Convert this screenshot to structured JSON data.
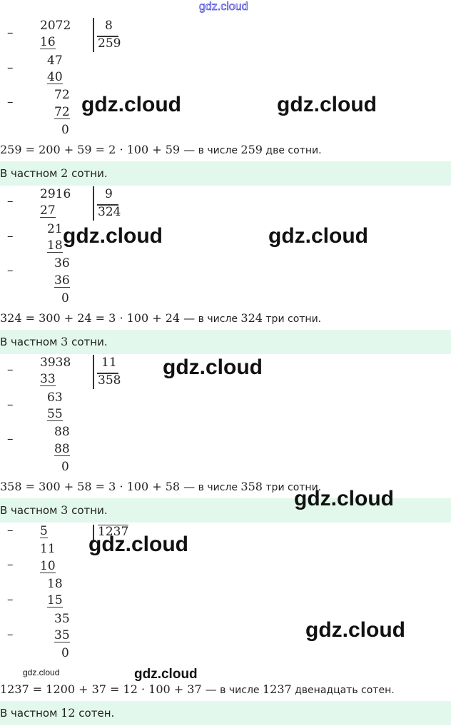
{
  "watermark_top": "gdz.cloud",
  "watermarks": [
    "gdz.cloud",
    "gdz.cloud",
    "gdz.cloud",
    "gdz.cloud",
    "gdz.cloud",
    "gdz.cloud",
    "gdz.cloud",
    "gdz.cloud",
    "gdz.cloud"
  ],
  "blocks": [
    {
      "rows": [
        "2072",
        "16",
        "47",
        "40",
        "72",
        "72",
        "0"
      ],
      "divisor": "8",
      "quotient": "259",
      "equation": {
        "math": "259 = 200 + 59 = 2 · 100 + 59 —",
        "words": " в числе ",
        "math2": "259",
        "words2": " две сотни."
      },
      "answer": {
        "pre": "В частном ",
        "num": "2",
        "post": " сотни."
      }
    },
    {
      "rows": [
        "2916",
        "27",
        "21",
        "18",
        "36",
        "36",
        "0"
      ],
      "divisor": "9",
      "quotient": "324",
      "equation": {
        "math": "324 = 300 + 24 = 3 · 100 + 24 —",
        "words": " в числе ",
        "math2": "324",
        "words2": " три сотни."
      },
      "answer": {
        "pre": "В частном ",
        "num": "3",
        "post": " сотни."
      }
    },
    {
      "rows": [
        "3938",
        "33",
        "63",
        "55",
        "88",
        "88",
        "0"
      ],
      "divisor": "11",
      "quotient": "358",
      "equation": {
        "math": "358 = 300 + 58 = 3 · 100 + 58 —",
        "words": " в числе ",
        "math2": "358",
        "words2": " три сотни."
      },
      "answer": {
        "pre": "В частном ",
        "num": "3",
        "post": " сотни."
      }
    },
    {
      "rows": [
        "5",
        "11",
        "10",
        "18",
        "15",
        "35",
        "35",
        "0"
      ],
      "divisor": "",
      "quotient": "1237",
      "equation": {
        "math": "1237 = 1200 + 37 = 12 · 100 + 37 —",
        "words": " в числе ",
        "math2": "1237",
        "words2": " двенадцать сотен."
      },
      "answer": {
        "pre": "В частном ",
        "num": "12",
        "post": " сотен."
      }
    }
  ]
}
